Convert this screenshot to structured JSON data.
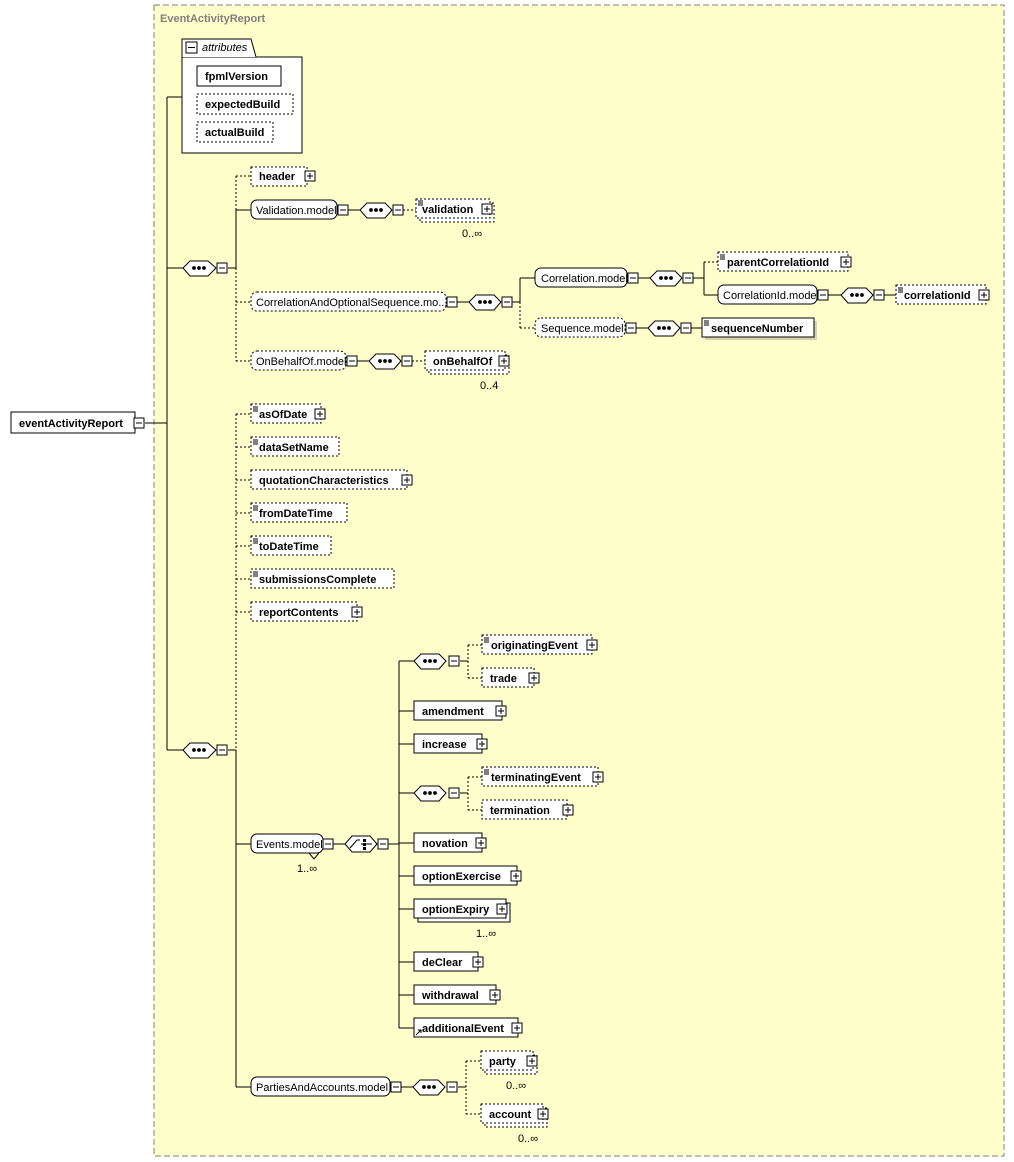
{
  "colors": {
    "background": "#ffffff",
    "panel_fill": "#ffffcc",
    "panel_border": "#808080",
    "box_fill": "#ffffff",
    "line": "#000000",
    "shadow": "#808080",
    "title_text": "#7f7f7f"
  },
  "diagram": {
    "type_title": "EventActivityReport",
    "root": "eventActivityReport",
    "attributes_label": "attributes",
    "attributes": [
      "fpmlVersion",
      "expectedBuild",
      "actualBuild"
    ],
    "header_group": {
      "header": "header",
      "validation_model": "Validation.model",
      "validation": "validation",
      "validation_card": "0..∞",
      "correlation_sequence_model": "CorrelationAndOptionalSequence.mo...",
      "correlation_model": "Correlation.model",
      "parent_correlation_id": "parentCorrelationId",
      "correlation_id_model": "CorrelationId.model",
      "correlation_id": "correlationId",
      "sequence_model": "Sequence.model",
      "sequence_number": "sequenceNumber",
      "on_behalf_of_model": "OnBehalfOf.model",
      "on_behalf_of": "onBehalfOf",
      "on_behalf_of_card": "0..4"
    },
    "body_elements": [
      "asOfDate",
      "dataSetName",
      "quotationCharacteristics",
      "fromDateTime",
      "toDateTime",
      "submissionsComplete",
      "reportContents"
    ],
    "events": {
      "model": "Events.model",
      "model_card": "1..∞",
      "seq1": [
        "originatingEvent",
        "trade"
      ],
      "amendment": "amendment",
      "increase": "increase",
      "seq2": [
        "terminatingEvent",
        "termination"
      ],
      "novation": "novation",
      "option_exercise": "optionExercise",
      "option_expiry": "optionExpiry",
      "option_expiry_card": "1..∞",
      "de_clear": "deClear",
      "withdrawal": "withdrawal",
      "additional_event": "additionalEvent"
    },
    "parties": {
      "model": "PartiesAndAccounts.model",
      "party": "party",
      "party_card": "0..∞",
      "account": "account",
      "account_card": "0..∞"
    }
  }
}
